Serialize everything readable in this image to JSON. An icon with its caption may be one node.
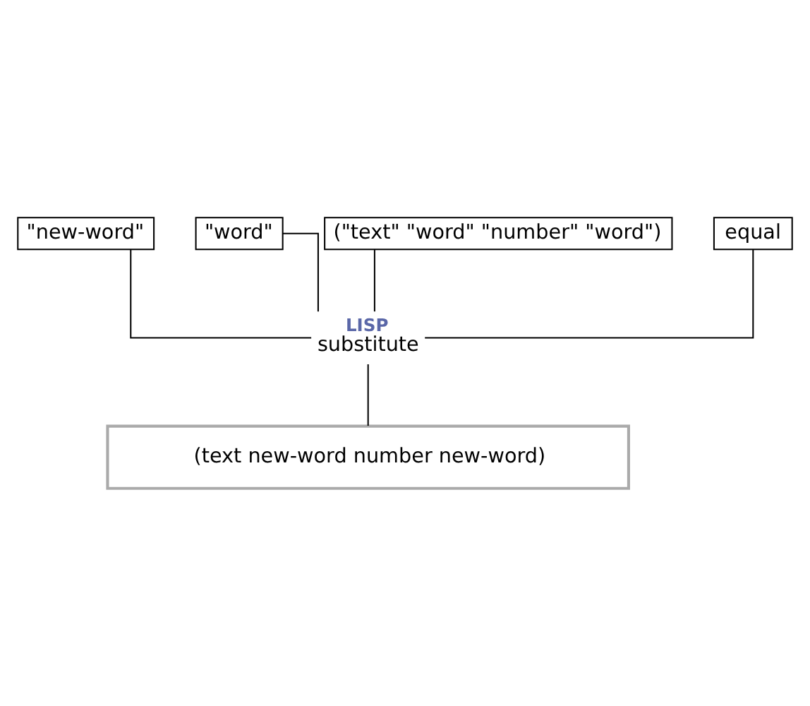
{
  "diagram": {
    "nodes": [
      {
        "text": [
          "\"new-word\""
        ]
      },
      {
        "text": [
          "\"word\""
        ]
      },
      {
        "text": [
          "(\"text\" \"word\" \"number\" \"word\")"
        ]
      },
      {
        "text": [
          "equal"
        ]
      },
      {
        "text": [
          "LISP",
          "substitute"
        ]
      },
      {
        "text": [
          "(text new-word number new-word)"
        ]
      }
    ],
    "edges": [
      {
        "from": 0,
        "to": 4,
        "arrow": "none"
      },
      {
        "from": 1,
        "to": 4,
        "arrow": "none"
      },
      {
        "from": 2,
        "to": 4,
        "arrow": "none"
      },
      {
        "from": 3,
        "to": 4,
        "arrow": "none"
      },
      {
        "from": 4,
        "to": 5,
        "arrow": "none"
      }
    ]
  }
}
